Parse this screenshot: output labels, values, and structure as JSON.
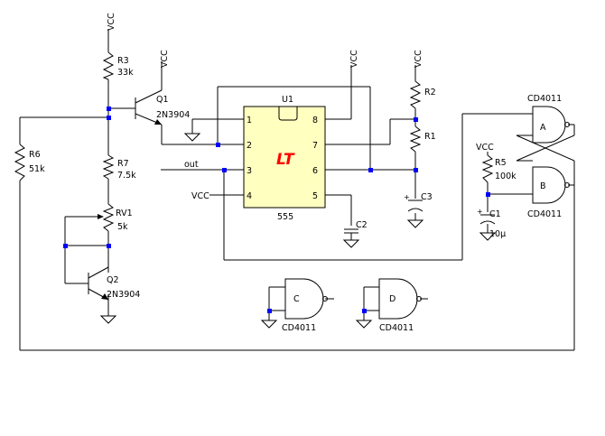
{
  "labels": {
    "vcc": "VCC",
    "out": "out",
    "gnd_symbol": "ground"
  },
  "components": {
    "r1": {
      "ref": "R1",
      "value": ""
    },
    "r2": {
      "ref": "R2",
      "value": ""
    },
    "r3": {
      "ref": "R3",
      "value": "33k"
    },
    "r5": {
      "ref": "R5",
      "value": "100k"
    },
    "r6": {
      "ref": "R6",
      "value": "51k"
    },
    "r7": {
      "ref": "R7",
      "value": "7.5k"
    },
    "rv1": {
      "ref": "RV1",
      "value": "5k"
    },
    "q1": {
      "ref": "Q1",
      "value": "2N3904"
    },
    "q2": {
      "ref": "Q2",
      "value": "2N3904"
    },
    "c1": {
      "ref": "C1",
      "value": "10µ"
    },
    "c2": {
      "ref": "C2",
      "value": ""
    },
    "c3": {
      "ref": "C3",
      "value": ""
    },
    "u1": {
      "ref": "U1",
      "value": "555",
      "logo": "LT"
    },
    "gate_a": {
      "ref": "A",
      "value": "CD4011"
    },
    "gate_b": {
      "ref": "B",
      "value": "CD4011"
    },
    "gate_c": {
      "ref": "C",
      "value": "CD4011"
    },
    "gate_d": {
      "ref": "D",
      "value": "CD4011"
    }
  },
  "u1_pins": [
    "1",
    "2",
    "3",
    "4",
    "5",
    "6",
    "7",
    "8"
  ],
  "colors": {
    "wire": "#000000",
    "junction": "#0000ff",
    "ic_body": "#ffffc0",
    "logo": "#ff0000"
  }
}
